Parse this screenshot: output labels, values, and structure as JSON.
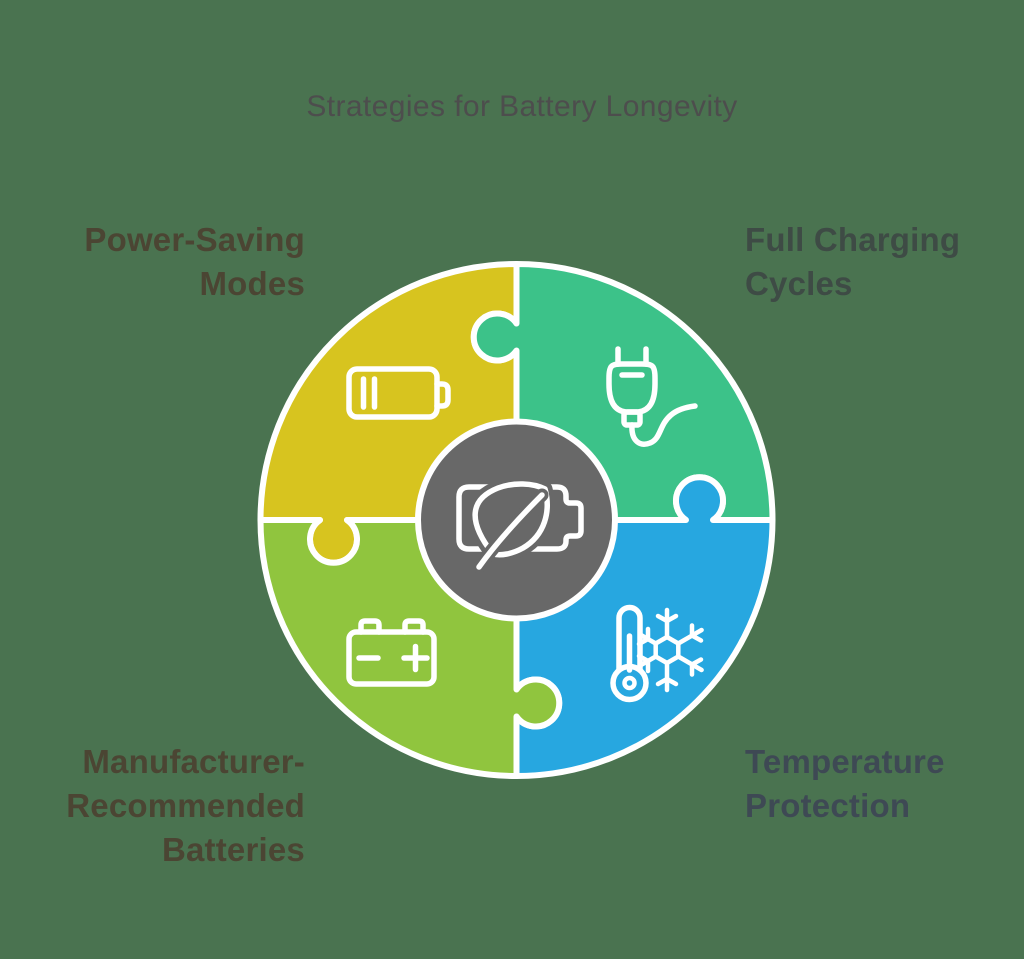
{
  "background_color": "#4a7350",
  "title": "Strategies for Battery Longevity",
  "title_color": "#4d4d4d",
  "diagram": {
    "stroke_color": "#ffffff",
    "center": {
      "icon": "eco-battery-icon",
      "color": "#686868"
    },
    "segments": [
      {
        "id": "power-saving-modes",
        "position": "top-left",
        "label": "Power-Saving\nModes",
        "color": "#d7c41f",
        "label_color": "#4b4533",
        "icon": "battery-low-icon"
      },
      {
        "id": "full-charging-cycles",
        "position": "top-right",
        "label": "Full Charging\nCycles",
        "color": "#3cc289",
        "label_color": "#3e4b45",
        "icon": "power-plug-icon"
      },
      {
        "id": "temperature-protection",
        "position": "bottom-right",
        "label": "Temperature\nProtection",
        "color": "#27a7e0",
        "label_color": "#3e4954",
        "icon": "thermometer-snowflake-icon"
      },
      {
        "id": "manufacturer-recommended-batteries",
        "position": "bottom-left",
        "label": "Manufacturer-\nRecommended\nBatteries",
        "color": "#90c53e",
        "label_color": "#4b4533",
        "icon": "car-battery-icon"
      }
    ]
  }
}
